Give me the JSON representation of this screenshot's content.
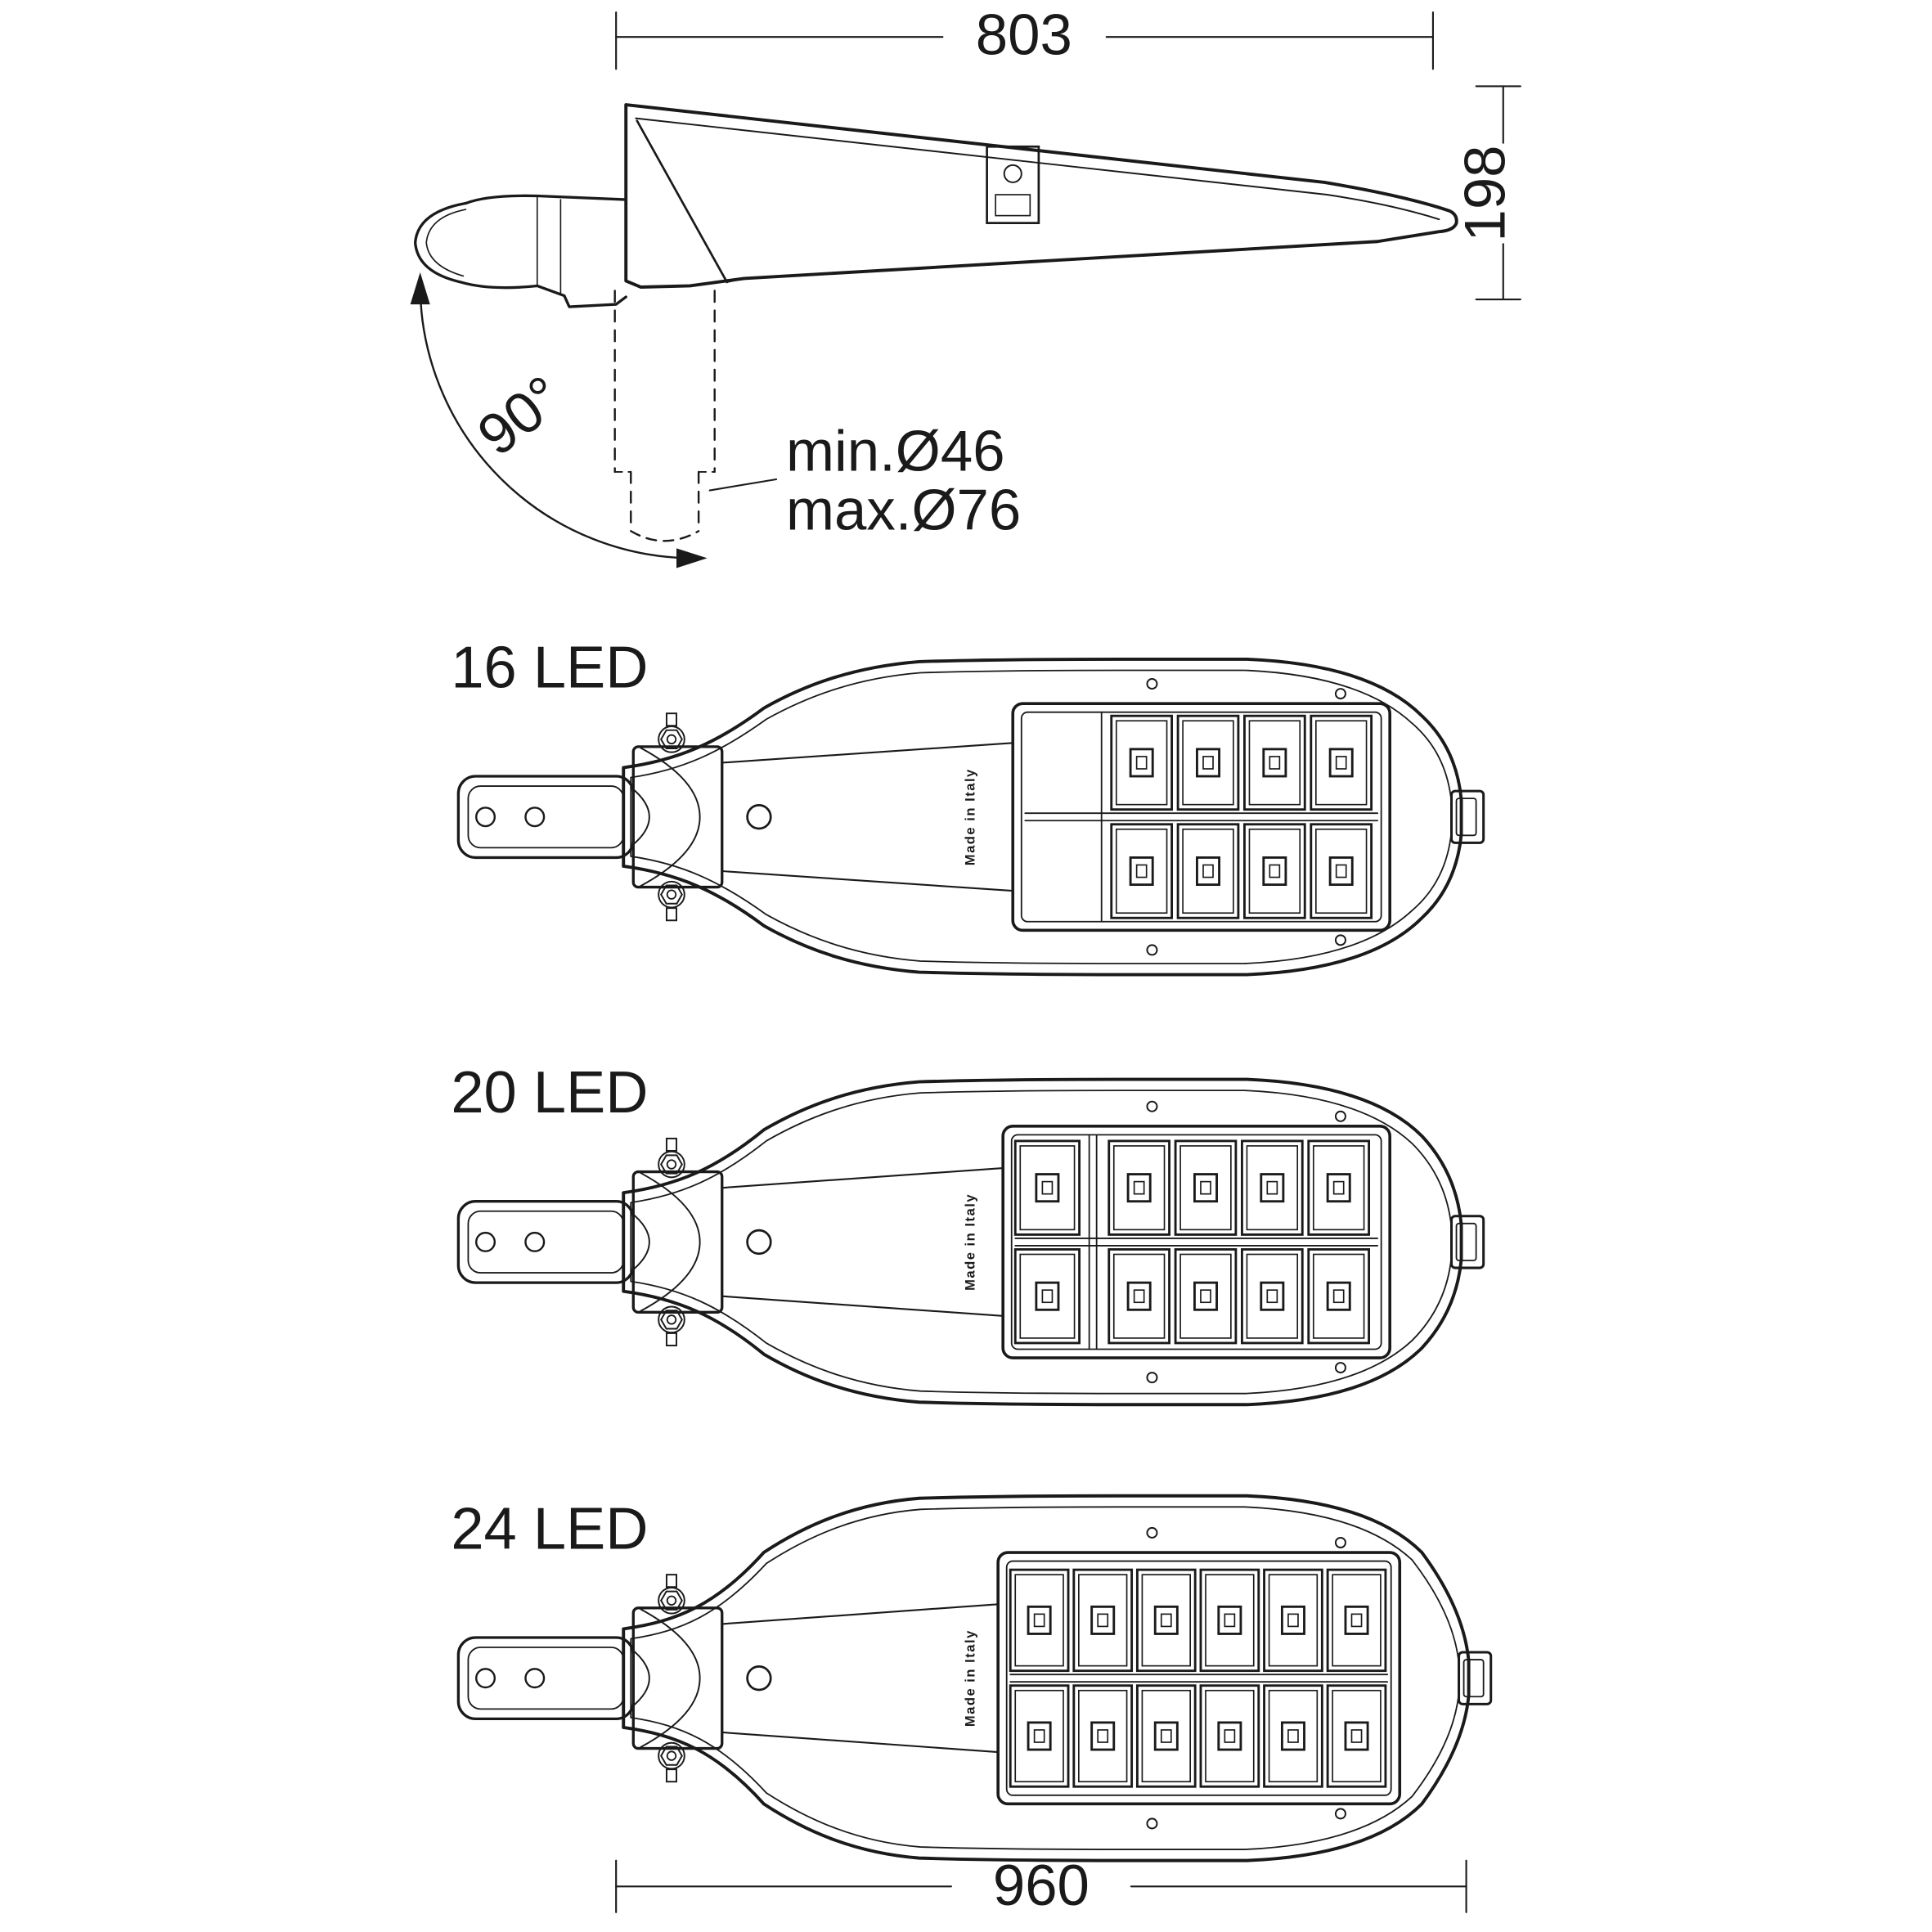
{
  "diagram": {
    "title": "LED street light luminaire dimensional drawing",
    "dims": {
      "top_width": "803",
      "height": "198",
      "angle": "90°",
      "pole_min": "min.Ø46",
      "pole_max": "max.Ø76",
      "bottom_width": "960"
    },
    "variants": [
      {
        "label": "16 LED",
        "leds": 16,
        "cols": 4,
        "extra": 0
      },
      {
        "label": "20 LED",
        "leds": 20,
        "cols": 4,
        "extra": 2
      },
      {
        "label": "24 LED",
        "leds": 24,
        "cols": 6,
        "extra": 0
      }
    ],
    "made_in": "Made in Italy",
    "line_color": "#1a1a1a"
  }
}
